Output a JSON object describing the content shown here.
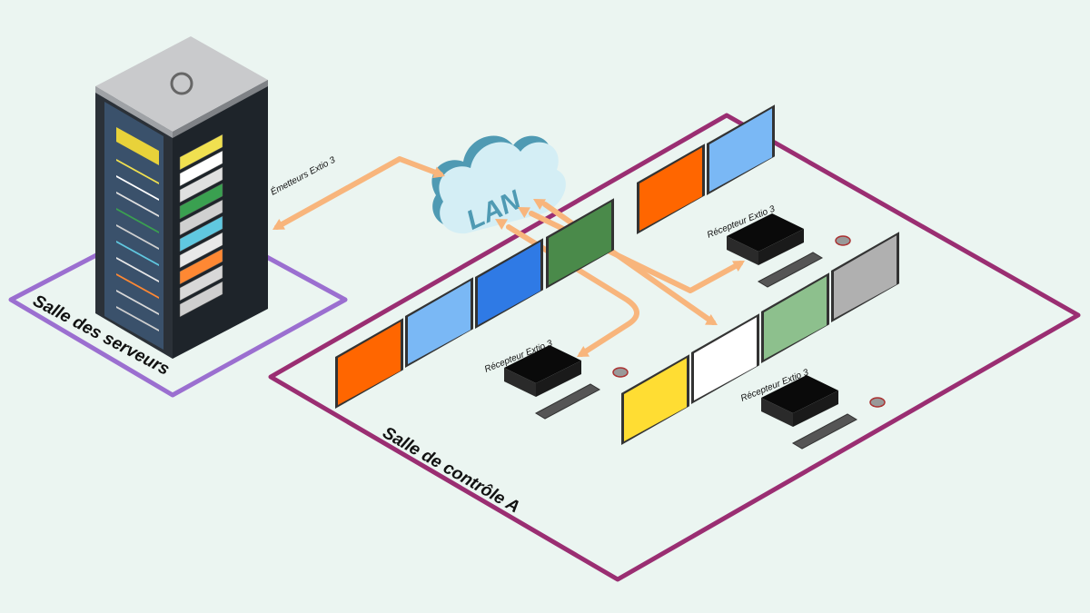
{
  "labels": {
    "server_room": "Salle des serveurs",
    "control_room": "Salle de contrôle A",
    "transmitters": "Émetteurs Extio 3",
    "lan": "LAN",
    "receiver_1": "Récepteur Extio 3",
    "receiver_2": "Récepteur Extio 3",
    "receiver_3": "Récepteur Extio 3"
  },
  "colors": {
    "background": "#ebf5f1",
    "server_room_border": "#9b6fd0",
    "control_room_border": "#9a2e72",
    "arrow": "#f8b57c",
    "cloud": "#d4eef5",
    "cloud_shadow": "#4f9ab3"
  },
  "monitors": [
    {
      "group": "left",
      "color": "#ff6600"
    },
    {
      "group": "left",
      "color": "#7ab8f5"
    },
    {
      "group": "left",
      "color": "#2f7ae5"
    },
    {
      "group": "left",
      "color": "#4a8a4a"
    },
    {
      "group": "top",
      "color": "#ff6600"
    },
    {
      "group": "top",
      "color": "#7ab8f5"
    },
    {
      "group": "right",
      "color": "#ffdd33"
    },
    {
      "group": "right",
      "color": "#ffffff"
    },
    {
      "group": "right",
      "color": "#8dc08d"
    },
    {
      "group": "right",
      "color": "#b0b0b0"
    }
  ]
}
